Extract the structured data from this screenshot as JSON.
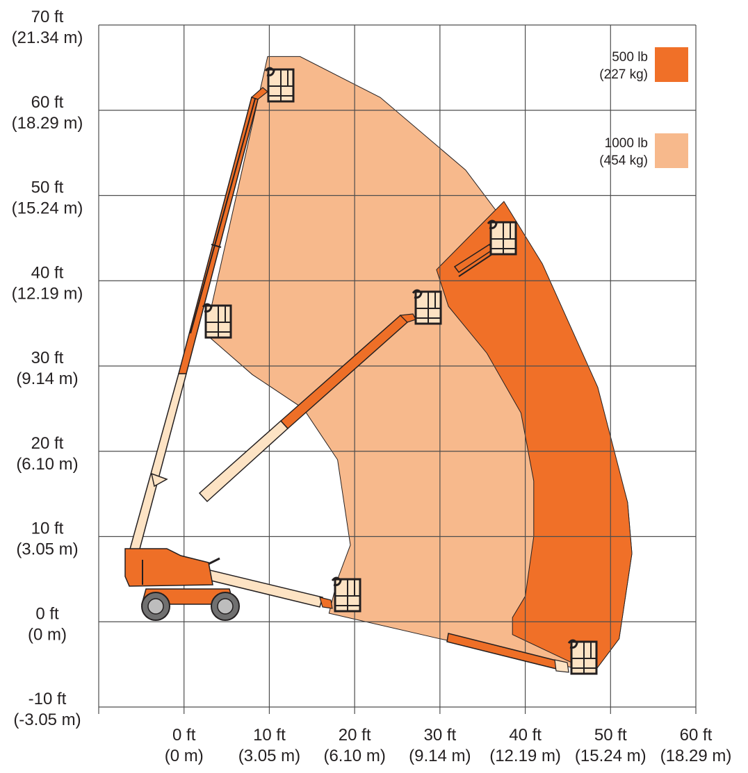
{
  "colors": {
    "capacity_500": "#f07028",
    "capacity_1000": "#f7b98c",
    "boom_light": "#fde3c4",
    "machine": "#ee6f27",
    "grid": "#4d4d4d",
    "outline": "#231f20",
    "tire": "#707070"
  },
  "y_axis": {
    "ticks": [
      {
        "value": 70,
        "ft": "70 ft",
        "m": "(21.34 m)"
      },
      {
        "value": 60,
        "ft": "60 ft",
        "m": "(18.29 m)"
      },
      {
        "value": 50,
        "ft": "50 ft",
        "m": "(15.24 m)"
      },
      {
        "value": 40,
        "ft": "40 ft",
        "m": "(12.19 m)"
      },
      {
        "value": 30,
        "ft": "30 ft",
        "m": "(9.14 m)"
      },
      {
        "value": 20,
        "ft": "20 ft",
        "m": "(6.10 m)"
      },
      {
        "value": 10,
        "ft": "10 ft",
        "m": "(3.05 m)"
      },
      {
        "value": 0,
        "ft": "0 ft",
        "m": "(0 m)"
      },
      {
        "value": -10,
        "ft": "-10 ft",
        "m": "(-3.05 m)"
      }
    ]
  },
  "x_axis": {
    "ticks": [
      {
        "value": 0,
        "ft": "0 ft",
        "m": "(0 m)"
      },
      {
        "value": 10,
        "ft": "10 ft",
        "m": "(3.05 m)"
      },
      {
        "value": 20,
        "ft": "20 ft",
        "m": "(6.10 m)"
      },
      {
        "value": 30,
        "ft": "30 ft",
        "m": "(9.14 m)"
      },
      {
        "value": 40,
        "ft": "40 ft",
        "m": "(12.19 m)"
      },
      {
        "value": 50,
        "ft": "50 ft",
        "m": "(15.24 m)"
      },
      {
        "value": 60,
        "ft": "60 ft",
        "m": "(18.29 m)"
      }
    ]
  },
  "legend": [
    {
      "line1": "500 lb",
      "line2": "(227 kg)",
      "color": "#f07028"
    },
    {
      "line1": "1000 lb",
      "line2": "(454 kg)",
      "color": "#f7b98c"
    }
  ],
  "chart_data": {
    "type": "area",
    "xlabel": "",
    "ylabel": "",
    "xlim": [
      -10,
      60
    ],
    "ylim": [
      -10,
      70
    ],
    "grid": true,
    "legend_placement": "top-right",
    "series": [
      {
        "name": "1000 lb (454 kg)",
        "values": [
          [
            2.5,
            33.8
          ],
          [
            9.8,
            66.3
          ],
          [
            13.6,
            66.3
          ],
          [
            23,
            61.5
          ],
          [
            33,
            53
          ],
          [
            42,
            41
          ],
          [
            48.5,
            27
          ],
          [
            52,
            14
          ],
          [
            52.5,
            8
          ],
          [
            51,
            -2
          ],
          [
            48,
            -6
          ],
          [
            40,
            -4
          ],
          [
            30,
            -2
          ],
          [
            17,
            1
          ],
          [
            18,
            5
          ],
          [
            19.5,
            9
          ],
          [
            18,
            19
          ],
          [
            14,
            25
          ],
          [
            8,
            29
          ],
          [
            2.5,
            33.8
          ]
        ]
      },
      {
        "name": "500 lb (227 kg)",
        "values": [
          [
            29.6,
            41.3
          ],
          [
            37.5,
            49.3
          ],
          [
            42,
            42
          ],
          [
            48.5,
            27.5
          ],
          [
            52,
            14
          ],
          [
            52.5,
            8
          ],
          [
            51,
            -2
          ],
          [
            48,
            -6
          ],
          [
            38.5,
            -1.5
          ],
          [
            38.5,
            0.5
          ],
          [
            40,
            3
          ],
          [
            41,
            10
          ],
          [
            41,
            16.5
          ],
          [
            39.5,
            24.5
          ],
          [
            35.5,
            31.5
          ],
          [
            31,
            37
          ],
          [
            29.6,
            41.3
          ]
        ]
      }
    ]
  }
}
